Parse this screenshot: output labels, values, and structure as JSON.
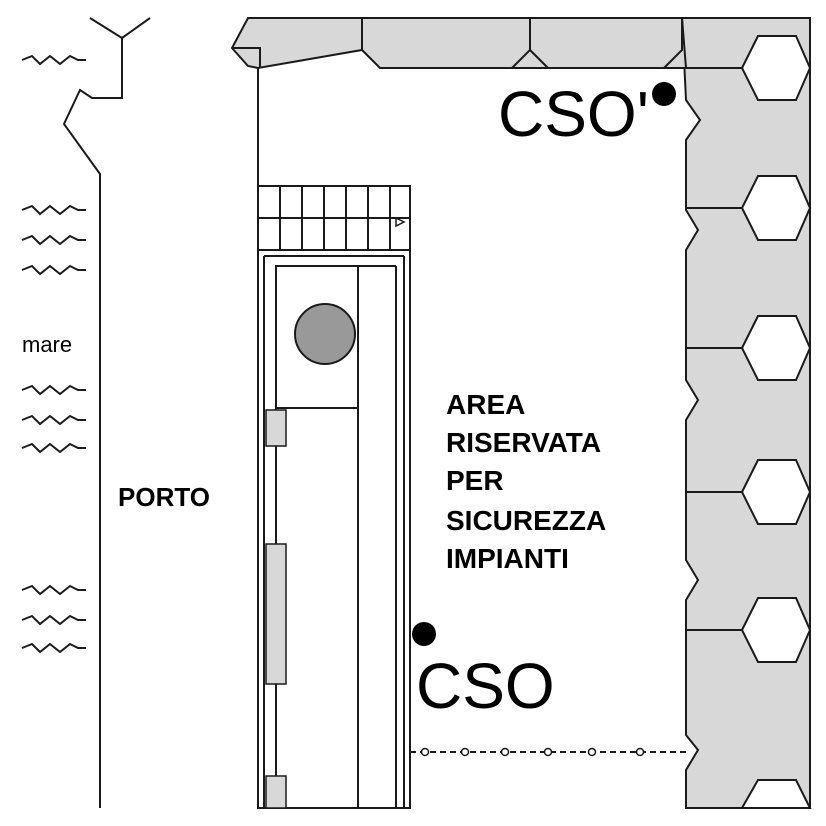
{
  "labels": {
    "sea": "mare",
    "port": "PORTO",
    "reserved_area": [
      "AREA",
      "RISERVATA",
      "PER",
      "SICUREZZA",
      "IMPIANTI"
    ],
    "cso_top": "CSO'",
    "cso_bottom": "CSO"
  },
  "colors": {
    "gray_fill": "#d8d8d8",
    "circle_fill": "#999999",
    "line": "#1a1a1a",
    "point": "#000000"
  }
}
